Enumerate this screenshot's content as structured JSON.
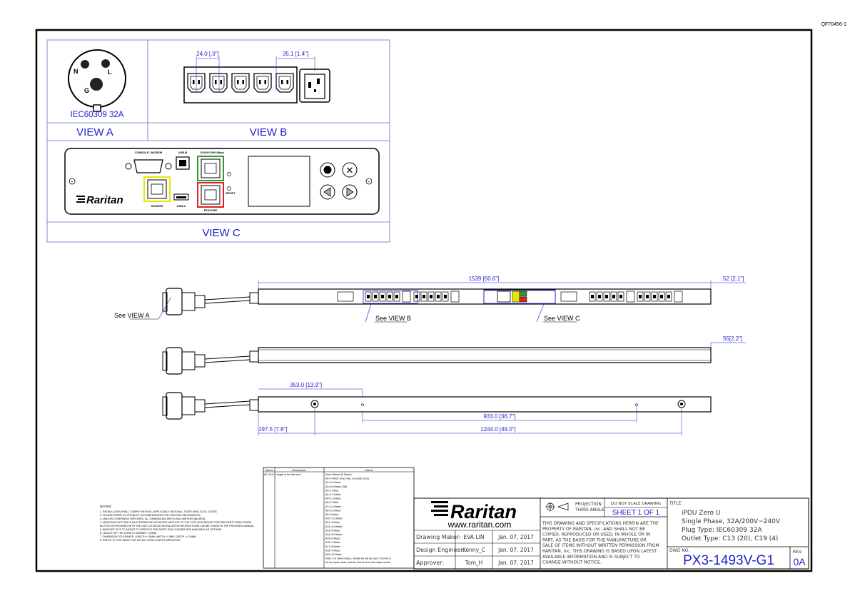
{
  "doc_code": "QF70456-1",
  "views": {
    "a": {
      "title": "VIEW A",
      "plug_label": "IEC60309 32A",
      "pins": [
        "N",
        "L",
        "G"
      ]
    },
    "b": {
      "title": "VIEW B",
      "dim_pitch": "24.0 [.9\"]",
      "dim_group": "35.1 [1.4\"]"
    },
    "c": {
      "title": "VIEW C",
      "port_labels": {
        "console": "CONSOLE / MODEM",
        "usb_b": "USB-B",
        "ethernet": "10/100/1000 Mbps",
        "sensor": "SENSOR",
        "usb_a": "USB-A",
        "feature": "FEATURE",
        "reset": "RESET"
      },
      "brand": "Raritan"
    }
  },
  "drawing": {
    "dim_length": "1539 [60.6\"]",
    "dim_width": "52 [2.1\"]",
    "dim_depth": "55[2.2\"]",
    "dim_353": "353.0 [13.9\"]",
    "dim_933": "933.0 [36.7\"]",
    "dim_1975": "197.5 [7.8\"]",
    "dim_1244": "1244.0 [49.0\"]",
    "see_a": "See VIEW A",
    "see_b": "See VIEW B",
    "see_c": "See VIEW C"
  },
  "notes": {
    "title": "NOTES:",
    "lines": [
      "1. INSTALLATION SHALL COMPLY WITH ALL APPLICABLE NATIONAL, STATE AND LOCAL CODES.",
      "2. PLEASE REFER TO PRODUCT DOCUMENTATION FOR FURTHER INFORMATION.",
      "3. UNLESS OTHERWISE SPECIFIED, ALL DIMENSIONS ARE IN MILLIMETERS [INCHES].",
      "4. MOUNTING BUTTON IS AN ALTERNATIVE MOUNTING METHOD TO THE TOOLLESS MOUNT FOR 3RD PARTY ENCLOSURE.",
      "   BUTTON IS PROVIDED WITH THE UNIT. DETAILED INSTALLATION INSTRUCTIONS CAN BE FOUND IN THE PROVIDED MANUAL.",
      "5. BRACKET KITS TO MOUNT TO SPECIFIC 3RD PARTY ENCLOSURES ARE AVAILABLE AS OPTIONS.",
      "6. LENGTH OF THE CORD IS 3000MM +/-76MM.",
      "7. DIMENSION TOLERANCE: LENGTH +/-5MM, WIDTH +/-1MM, DEPTH +/-0.5MM",
      "8. REFER TO THE TABLE FOR DETAIL CORD LENGTH DEFINITION"
    ]
  },
  "option_table": {
    "headers": [
      "Option",
      "Description",
      "Values"
    ],
    "option": "A0~A16",
    "description": "Length of the line cord",
    "values": [
      "None Default (3 Meter)",
      "A0=0 Meter (Inlet only, no power cord)",
      "A1=0.5 Meter",
      "A2=0.6 Meter (2M)",
      "A3=1 Meter",
      "A4=1.5 Meter",
      "A5=1.8 Meter",
      "A6=2 Meter",
      "A7=2.5 Meter",
      "A8=2.8 Meter",
      "A9=3 Meter",
      "A10=3.5 Meter",
      "A11=4 Meter",
      "A12=4.5 Meter",
      "A13=5 Meter",
      "A14=5.5 Meter",
      "A15=6 Meter",
      "A16=7 Meter",
      "A17=8 Meter",
      "A18=9 Meter",
      "A19=10 Meter",
      "Note: For inline meters, double As will be used. First As is",
      "for the input cords, and the 2nd As is for the output cords."
    ]
  },
  "title_block": {
    "logo": "Raritan",
    "website": "www.raritan.com",
    "rows": [
      {
        "role": "Drawing Maker:",
        "name": "EVA LIN",
        "date": "Jan. 07, 2017"
      },
      {
        "role": "Design Engineer:",
        "name": "Kenny_C",
        "date": "Jan. 07, 2017"
      },
      {
        "role": "Approver:",
        "name": "Tom_H",
        "date": "Jan. 07, 2017"
      }
    ],
    "projection": [
      "PROJECTION",
      "THIRD ANGLE"
    ],
    "do_not_scale": "DO NOT SCALE DRAWING",
    "sheet": "SHEET 1 OF 1",
    "disclaimer": [
      "THIS DRAWING AND SPECIFICATIONS HEREIN ARE THE",
      "PROPERTY OF RARITAN, Inc. AND SHALL NOT BE",
      "COPIED, REPRODUCED OR USED, IN WHOLE OR IN",
      "PART, AS THE BASIS FOR THE MANUFACTURE OR",
      "SALE OF ITEMS WITHOUT WRITTEN PERMISSION FROM",
      "RARITAN, Inc. THIS DRAWING IS BASED UPON LATEST",
      "AVAILABLE INFORMATION AND IS SUBJECT TO",
      "CHANGE WITHOUT NOTICE."
    ],
    "title_label": "TITLE:",
    "title_lines": [
      "iPDU Zero U",
      "Single Phase, 32A/200V~240V",
      "Plug Type: IEC60309 32A",
      "Outlet Type: C13 (20), C19 (4)"
    ],
    "dwg_label": "DWG NO.",
    "dwg_no": "PX3-1493V-G1",
    "rev_label": "REV.",
    "rev": "0A"
  },
  "colors": {
    "accent_blue": "#1f1fd1",
    "sensor_port": "#e6e600",
    "ethernet_port": "#2e9b2e",
    "feature_port": "#e02020"
  }
}
